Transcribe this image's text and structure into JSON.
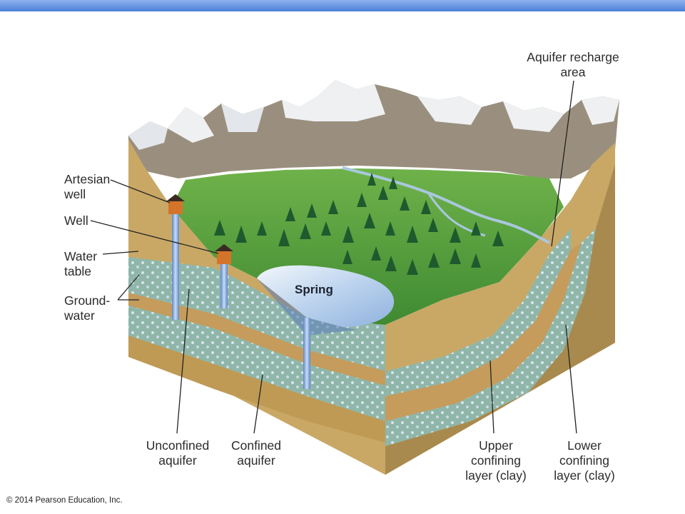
{
  "header": {
    "accent_color": "#4a7fd8"
  },
  "labels": {
    "artesian_well": "Artesian\nwell",
    "well": "Well",
    "water_table": "Water\ntable",
    "groundwater": "Ground-\nwater",
    "spring": "Spring",
    "unconfined_aquifer": "Unconfined\naquifer",
    "confined_aquifer": "Confined\naquifer",
    "upper_confining": "Upper\nconfining\nlayer (clay)",
    "lower_confining": "Lower\nconfining\nlayer (clay)",
    "recharge_area": "Aquifer recharge\narea"
  },
  "footer": {
    "copyright": "© 2014 Pearson Education, Inc."
  },
  "colors": {
    "soil": "#c9a866",
    "soil_dark": "#a98a4e",
    "aquifer": "#8fb6a8",
    "clay": "#c59c5c",
    "water": "#7fa6d8",
    "grass": "#4f9a3c",
    "snow": "#eef0f2"
  }
}
